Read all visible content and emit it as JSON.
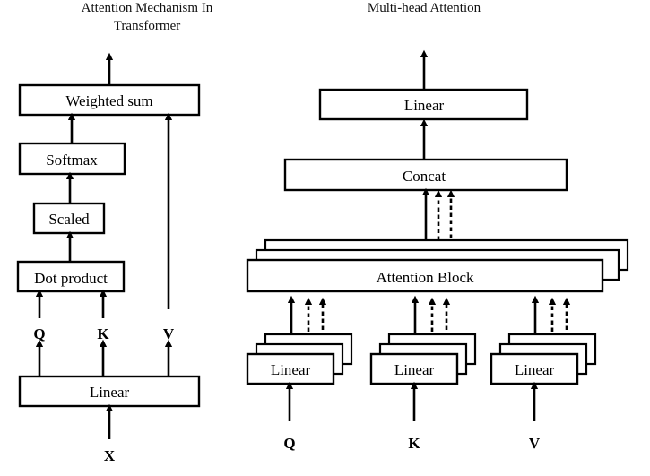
{
  "figure": {
    "left_panel": {
      "title_line1": "Attention Mechanism In",
      "title_line2": "Transformer",
      "boxes": [
        {
          "id": "weighted-sum",
          "label": "Weighted sum"
        },
        {
          "id": "softmax",
          "label": "Softmax"
        },
        {
          "id": "scaled",
          "label": "Scaled"
        },
        {
          "id": "dot-product",
          "label": "Dot product"
        },
        {
          "id": "linear",
          "label": "Linear"
        }
      ],
      "variables": [
        {
          "id": "q",
          "label": "Q"
        },
        {
          "id": "k",
          "label": "K"
        },
        {
          "id": "v",
          "label": "V"
        },
        {
          "id": "x",
          "label": "X"
        }
      ]
    },
    "right_panel": {
      "title": "Multi-head Attention",
      "boxes": [
        {
          "id": "linear-out",
          "label": "Linear"
        },
        {
          "id": "concat",
          "label": "Concat"
        },
        {
          "id": "attention-block",
          "label": "Attention Block"
        },
        {
          "id": "linear-q",
          "label": "Linear"
        },
        {
          "id": "linear-k",
          "label": "Linear"
        },
        {
          "id": "linear-v",
          "label": "Linear"
        }
      ],
      "variables": [
        {
          "id": "q",
          "label": "Q"
        },
        {
          "id": "k",
          "label": "K"
        },
        {
          "id": "v",
          "label": "V"
        }
      ],
      "stack_depth": 3
    },
    "colors": {
      "stroke": "#000000",
      "fill": "#ffffff",
      "background": "#ffffff"
    }
  }
}
